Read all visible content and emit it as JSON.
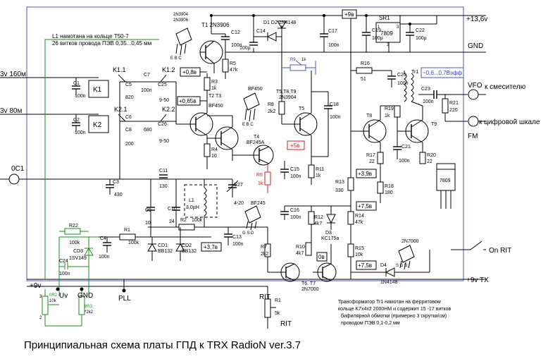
{
  "caption": "Принципиальная схема платы  ГПД к TRX RadioN ver.3.7",
  "rails": {
    "v9_top": "+9в",
    "v13_6": "+13,6v",
    "gnd_right": "GND",
    "v9_left": "+9v",
    "v9tx": "+9v TX",
    "on_rit": "On RIT"
  },
  "notes": {
    "l1_line1": "L1 намотана на кольце T50-7",
    "l1_line2": "26 витков провода ПЭВ 0,35...0,45 мм",
    "tr1_line1": "Трансформатор Tr1 намотан на ферритовом",
    "tr1_line2": "кольце K7x4x2 2000НМ и содержит  15 -17 витков",
    "tr1_line3": "бифилярной обмотки (примерно 3 скрутки/см)",
    "tr1_line4": "проводом ПЭВ 0,1-0,2 мм"
  },
  "io": {
    "in160": "3v 160м",
    "in80": "3v 80м",
    "oc1": "0C1",
    "vfo": "VFO",
    "to_mixer": "к смесителю",
    "to_scale": "к цифровой шкале",
    "fm": "FM",
    "pll": "PLL",
    "rit": "RIT",
    "rit2": "RIT",
    "uv": "Uv",
    "gnd_bottom": "GND",
    "plus9v_bottom": "+9v"
  },
  "voltages": {
    "v08": "+0,8в",
    "v065": "+0,65в",
    "v5": "+5в",
    "v39": "+3,9в",
    "v75a": "+7,5в",
    "v75b": "+7,5в",
    "v37": "+3,7в",
    "v0": "0в",
    "vout": "~0,6...0,7Вэфф"
  },
  "transistors": {
    "t1": "T1  2N3906",
    "t1_pkg_a": "2N3904",
    "t1_pkg_b": "2N3906",
    "t2t3": "T2 T3",
    "bf450a": "BF450",
    "bf450b": "BF450",
    "t4": "T4",
    "t4_type": "BF245A",
    "bf245": "BF245",
    "t5": "T5",
    "t589": "T5,T8,T9",
    "t589_type": "2N3904",
    "t8": "T8",
    "t9": "T9",
    "t67": "T6. T7",
    "t67_type": "2N7000",
    "q2n7000": "2N7000",
    "reg_top": "SR1",
    "reg_type": "7809",
    "reg_pkg": "7809"
  },
  "pins": {
    "ebc": "E  B  C",
    "gsd1": "G  S  D",
    "gsd2": "G  S  D",
    "gsd3": "S  G  D",
    "ebc2": "E B C"
  },
  "relays": {
    "k1": "K1",
    "k2": "K2",
    "k11": "K1.1",
    "k12": "K1.2",
    "k21": "K2.1",
    "k22": "K2.2"
  },
  "parts": {
    "c1": "C1",
    "c1v": "100n",
    "c2": "C2",
    "c2v": "100n",
    "c3": "C3",
    "c3v": "430",
    "c4": "C4",
    "c4v": "100n",
    "c5": "C5",
    "c5v": "820",
    "c6": "C6",
    "c6v": "680",
    "c7": "C7",
    "c7v": "100n",
    "c8": "C8",
    "c8v": "200",
    "c9": "C9",
    "c9v": "10",
    "c10": "C10",
    "c10v": "24",
    "c11": "C11",
    "c11v": "130",
    "c12": "C12",
    "c12v": "100n",
    "c13": "C13",
    "c13v": "100n",
    "c14": "C14",
    "c14v": "100µ",
    "c15": "C15",
    "c15v": "100n",
    "c16": "C16",
    "c16v": "100n",
    "c17": "C17",
    "c17v": "100n",
    "c18": "C18",
    "c18v": "100n",
    "c19": "C19",
    "c19v": "100µ",
    "c20": "C20",
    "c20v": "100n",
    "c21": "C21",
    "c21v": "100n",
    "c22": "C22",
    "c22v": "100µ",
    "c23": "C23",
    "c23v": "100n",
    "c24": "C24",
    "c24v": "100n",
    "c25": "C25",
    "c25v": "9-50",
    "c26": "C26",
    "c26v": "9-50",
    "c27": "C27",
    "c27v": "4-20",
    "cd1": "CD1",
    "cd1v": "BB132",
    "cd2": "CD2",
    "cd2v": "BB132",
    "cd3": "CD3",
    "cd3v": "1SV149",
    "d12": "D1  D2  1N4148",
    "d3": "D3",
    "d3v": "KC175a",
    "d4": "D4",
    "d4v": "1N4148",
    "r1": "R1",
    "r1v": "100k",
    "r2": "R2",
    "r2v": "100k",
    "r3": "R3",
    "r3v": "1k",
    "r4": "R4",
    "r4v": "10",
    "r5": "R5",
    "r5v": "47k",
    "r6": "R6",
    "r6v": "1k",
    "r7": "R7",
    "r7v": "2k2",
    "r8": "R8",
    "r8v": "2k2",
    "r9": "R9",
    "r9v": "1k",
    "r10": "R10",
    "r10v": "4k7",
    "r11": "R11",
    "r11v": "1k",
    "r12": "R12",
    "r12v": "4k7",
    "r13": "R13",
    "r13v": "330",
    "r14": "R14",
    "r14v": "47k",
    "r15": "R15",
    "r15v": "10k",
    "r16": "R16",
    "r16v": "51",
    "r17": "R17",
    "r17v": "22",
    "r18": "R18",
    "r18v": "180",
    "r19": "R19",
    "r19v": "1k",
    "r20": "R20",
    "r20v": "22",
    "r21": "R21",
    "r21v": "220",
    "r22": "R22",
    "r22v": "100k",
    "rit_pot": "R1",
    "rit_pot_v": "5k",
    "l1": "L1",
    "l1v": "3,0µH",
    "tr1": "Tr1",
    "pr2": "0R2",
    "pr2v": "10k",
    "pr3": "8R3",
    "pr3v": "*2k2",
    "pin3": "3",
    "pin2": "2",
    "pin1": "1"
  }
}
